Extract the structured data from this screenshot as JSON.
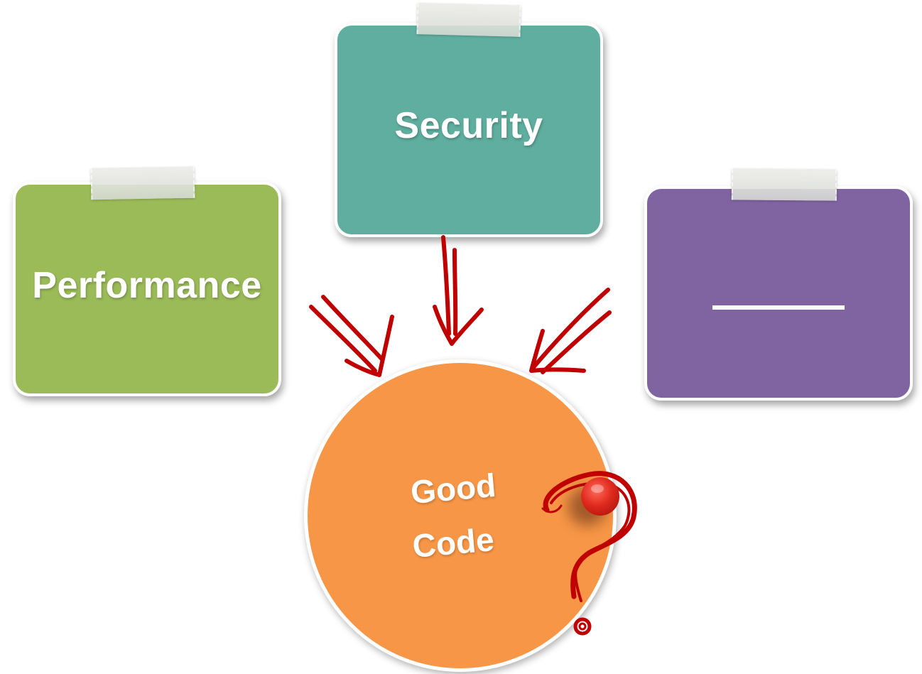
{
  "diagram": {
    "cards": {
      "security": {
        "label": "Security"
      },
      "performance": {
        "label": "Performance"
      },
      "blank": {
        "label": ""
      }
    },
    "center": {
      "line1": "Good",
      "line2": "Code"
    }
  },
  "colors": {
    "performance": "#9bbb59",
    "security": "#5fae9f",
    "blank": "#8064a2",
    "center": "#f79646",
    "arrow": "#c00000"
  },
  "icons": [
    "pushpin-icon",
    "question-mark-icon",
    "tape-icon",
    "arrow-icon"
  ]
}
